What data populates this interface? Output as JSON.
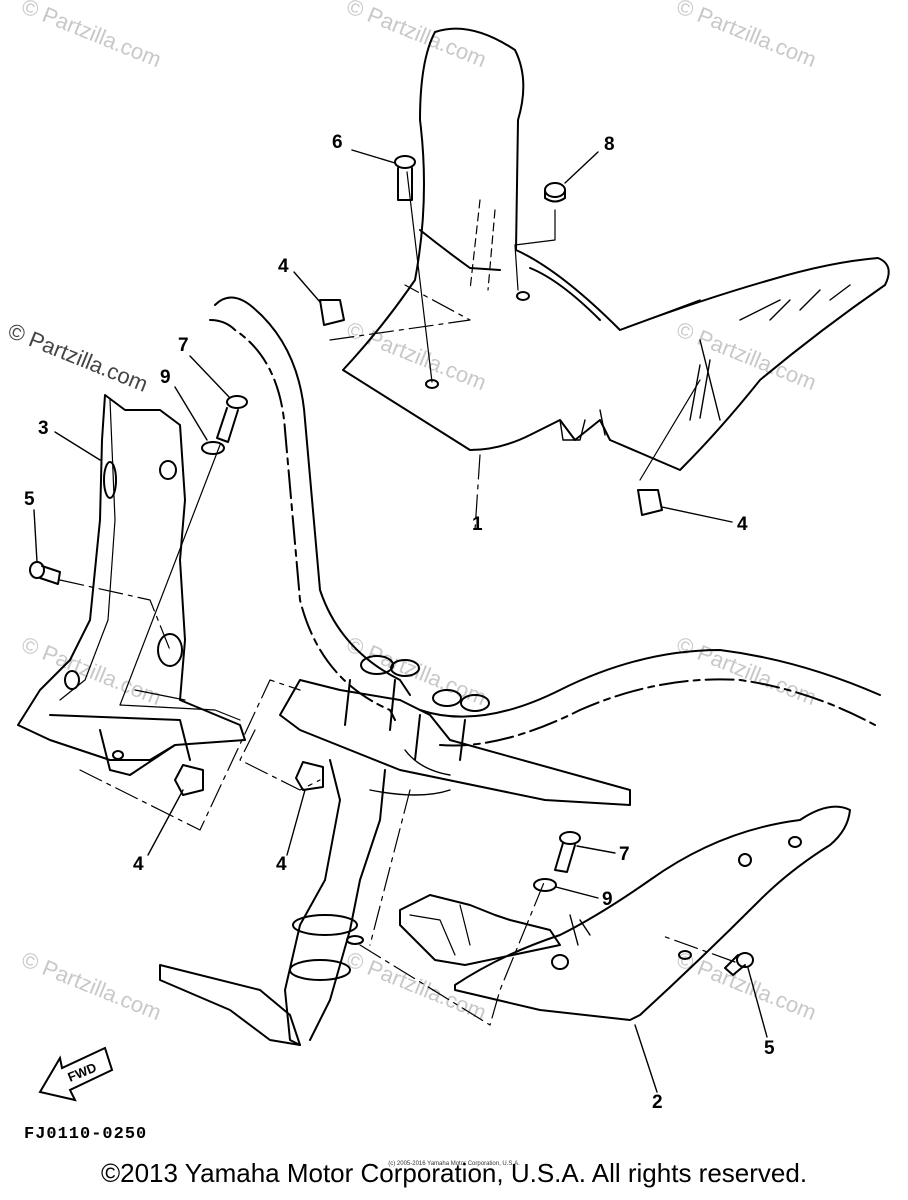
{
  "diagram": {
    "callouts": [
      {
        "id": "c6",
        "label": "6"
      },
      {
        "id": "c8",
        "label": "8"
      },
      {
        "id": "c4a",
        "label": "4"
      },
      {
        "id": "c7a",
        "label": "7"
      },
      {
        "id": "c9a",
        "label": "9"
      },
      {
        "id": "c3",
        "label": "3"
      },
      {
        "id": "c5a",
        "label": "5"
      },
      {
        "id": "c1",
        "label": "1"
      },
      {
        "id": "c4b",
        "label": "4"
      },
      {
        "id": "c4c",
        "label": "4"
      },
      {
        "id": "c4d",
        "label": "4"
      },
      {
        "id": "c7b",
        "label": "7"
      },
      {
        "id": "c9b",
        "label": "9"
      },
      {
        "id": "c5b",
        "label": "5"
      },
      {
        "id": "c2",
        "label": "2"
      }
    ],
    "fwd_label": "FWD",
    "figure_code": "FJ0110-0250",
    "watermark": "© Partzilla.com",
    "copyright": "©2013 Yamaha Motor Corporation, U.S.A. All rights reserved.",
    "small_copyright": "(c) 2005-2016 Yamaha Motor Corporation, U.S.A."
  },
  "colors": {
    "line": "#000000",
    "watermark": "#c8c8c8",
    "background": "#ffffff"
  }
}
